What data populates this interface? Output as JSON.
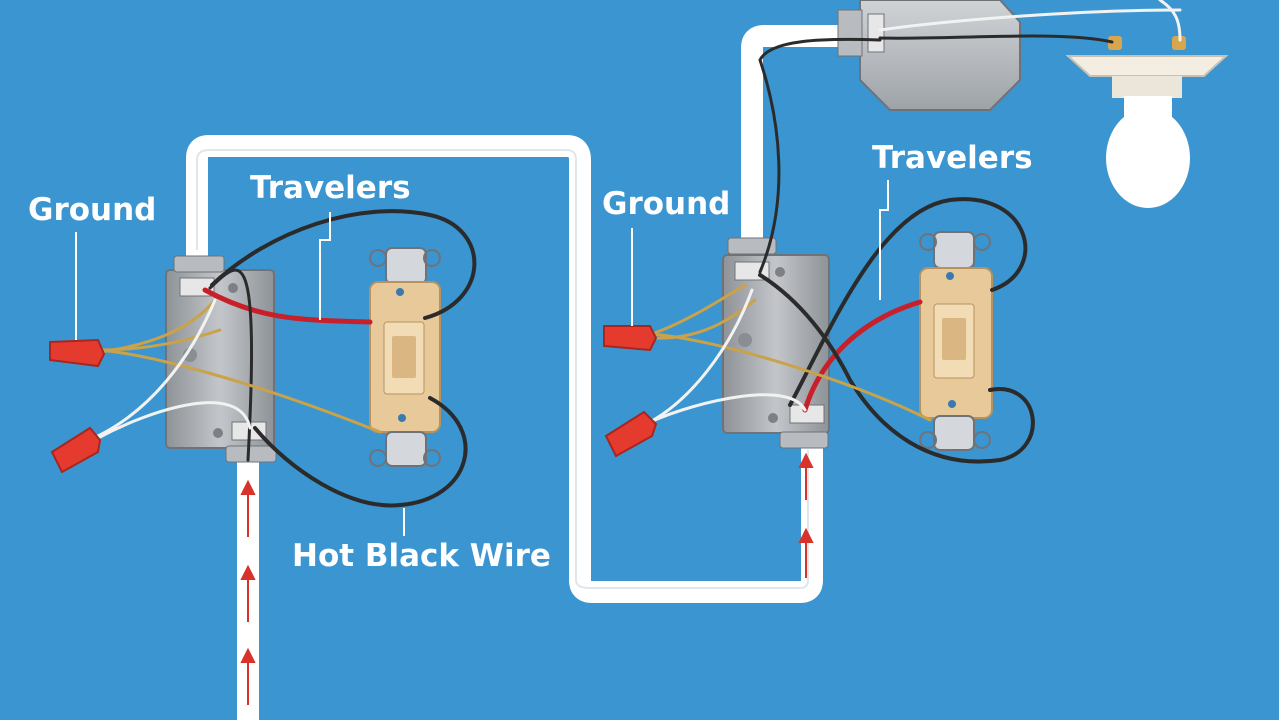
{
  "labels": {
    "ground_left": "Ground",
    "travelers_left": "Travelers",
    "ground_right": "Ground",
    "travelers_right": "Travelers",
    "hot_black_wire": "Hot Black Wire"
  },
  "colors": {
    "background": "#3a95d0",
    "cable_jacket": "#ffffff",
    "wire_black": "#2b2b2b",
    "wire_red": "#c8202a",
    "wire_white": "#f2f2f2",
    "wire_ground": "#c9a24a",
    "wire_nut": "#e53b2e",
    "box_metal": "#a9adb2",
    "switch_body": "#e8c99a",
    "bulb": "#ffffff",
    "flow_arrow": "#d8332a"
  }
}
